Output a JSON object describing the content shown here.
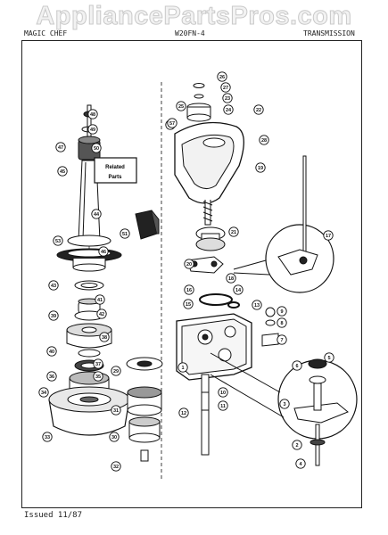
{
  "watermark": "AppliancePartsPros.com",
  "header": {
    "brand": "MAGIC CHEF",
    "model": "W20FN-4",
    "section": "TRANSMISSION"
  },
  "related_parts": [
    "Related",
    "Parts"
  ],
  "footer": "Issued 11/87",
  "callouts": [
    {
      "id": "c48",
      "label": "48"
    },
    {
      "id": "c49",
      "label": "49"
    },
    {
      "id": "c47",
      "label": "47"
    },
    {
      "id": "c50",
      "label": "50"
    },
    {
      "id": "c45",
      "label": "45"
    },
    {
      "id": "c44",
      "label": "44"
    },
    {
      "id": "c53",
      "label": "53"
    },
    {
      "id": "c46",
      "label": "46"
    },
    {
      "id": "c43",
      "label": "43"
    },
    {
      "id": "c41",
      "label": "41"
    },
    {
      "id": "c39",
      "label": "39"
    },
    {
      "id": "c42",
      "label": "42"
    },
    {
      "id": "c38",
      "label": "38"
    },
    {
      "id": "c40",
      "label": "40"
    },
    {
      "id": "c37",
      "label": "37"
    },
    {
      "id": "c36",
      "label": "36"
    },
    {
      "id": "c35",
      "label": "35"
    },
    {
      "id": "c34",
      "label": "34"
    },
    {
      "id": "c33",
      "label": "33"
    },
    {
      "id": "c51",
      "label": "51"
    },
    {
      "id": "c29",
      "label": "29"
    },
    {
      "id": "c31",
      "label": "31"
    },
    {
      "id": "c30",
      "label": "30"
    },
    {
      "id": "c32",
      "label": "32"
    },
    {
      "id": "c26",
      "label": "26"
    },
    {
      "id": "c27",
      "label": "27"
    },
    {
      "id": "c25",
      "label": "25"
    },
    {
      "id": "c24",
      "label": "24"
    },
    {
      "id": "c23",
      "label": "23"
    },
    {
      "id": "c22",
      "label": "22"
    },
    {
      "id": "c52",
      "label": "52"
    },
    {
      "id": "c28",
      "label": "28"
    },
    {
      "id": "c19",
      "label": "19"
    },
    {
      "id": "c21",
      "label": "21"
    },
    {
      "id": "c17",
      "label": "17"
    },
    {
      "id": "c20",
      "label": "20"
    },
    {
      "id": "c18",
      "label": "18"
    },
    {
      "id": "c16",
      "label": "16"
    },
    {
      "id": "c14",
      "label": "14"
    },
    {
      "id": "c15",
      "label": "15"
    },
    {
      "id": "c13",
      "label": "13"
    },
    {
      "id": "c9",
      "label": "9"
    },
    {
      "id": "c8",
      "label": "8"
    },
    {
      "id": "c7",
      "label": "7"
    },
    {
      "id": "c1a",
      "label": "1"
    },
    {
      "id": "c10",
      "label": "10"
    },
    {
      "id": "c11",
      "label": "11"
    },
    {
      "id": "c12",
      "label": "12"
    },
    {
      "id": "c5",
      "label": "5"
    },
    {
      "id": "c6",
      "label": "6"
    },
    {
      "id": "c3",
      "label": "3"
    },
    {
      "id": "c2",
      "label": "2"
    },
    {
      "id": "c4",
      "label": "4"
    },
    {
      "id": "c57",
      "label": "57"
    }
  ]
}
